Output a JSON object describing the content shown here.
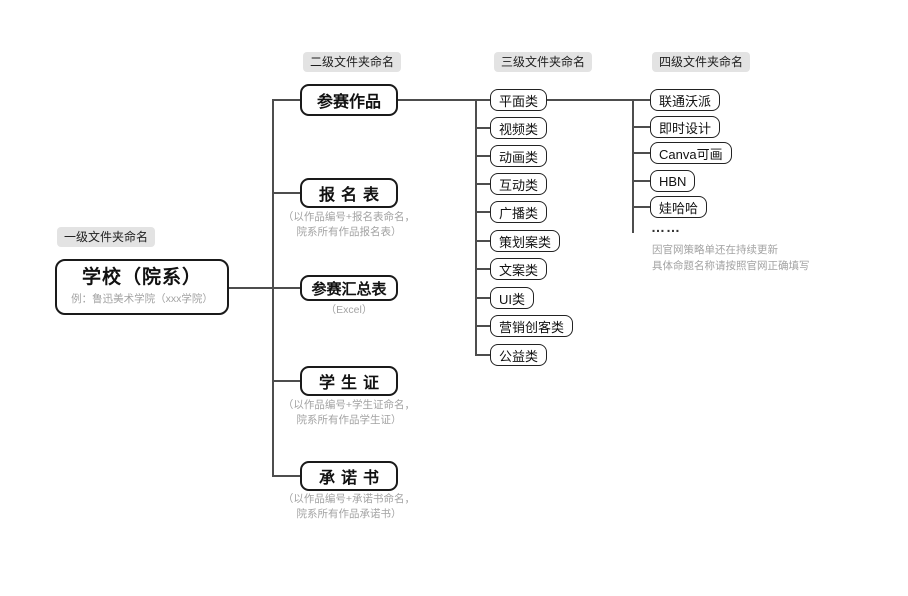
{
  "colors": {
    "background": "#ffffff",
    "box_border": "#1a1a1a",
    "label_bg": "#e3e3e3",
    "muted_text": "#a3a3a3",
    "connector": "#4d4d4d"
  },
  "column_labels": {
    "level1": "一级文件夹命名",
    "level2": "二级文件夹命名",
    "level3": "三级文件夹命名",
    "level4": "四级文件夹命名"
  },
  "root": {
    "title": "学校（院系）",
    "subtitle": "例：鲁迅美术学院（xxx学院）"
  },
  "level2": {
    "items": [
      {
        "label": "参赛作品",
        "note_line1": "",
        "note_line2": ""
      },
      {
        "label": "报名表",
        "note_line1": "（以作品编号+报名表命名，",
        "note_line2": "院系所有作品报名表）"
      },
      {
        "label": "参赛汇总表",
        "note_line1": "（Excel）",
        "note_line2": ""
      },
      {
        "label": "学生证",
        "note_line1": "（以作品编号+学生证命名，",
        "note_line2": "院系所有作品学生证）"
      },
      {
        "label": "承诺书",
        "note_line1": "（以作品编号+承诺书命名，",
        "note_line2": "院系所有作品承诺书）"
      }
    ]
  },
  "level3": {
    "items": [
      "平面类",
      "视频类",
      "动画类",
      "互动类",
      "广播类",
      "策划案类",
      "文案类",
      "UI类",
      "营销创客类",
      "公益类"
    ]
  },
  "level4": {
    "items": [
      "联通沃派",
      "即时设计",
      "Canva可画",
      "HBN",
      "娃哈哈"
    ],
    "ellipsis": "……",
    "note_line1": "因官网策略单还在持续更新",
    "note_line2": "具体命题名称请按照官网正确填写"
  }
}
